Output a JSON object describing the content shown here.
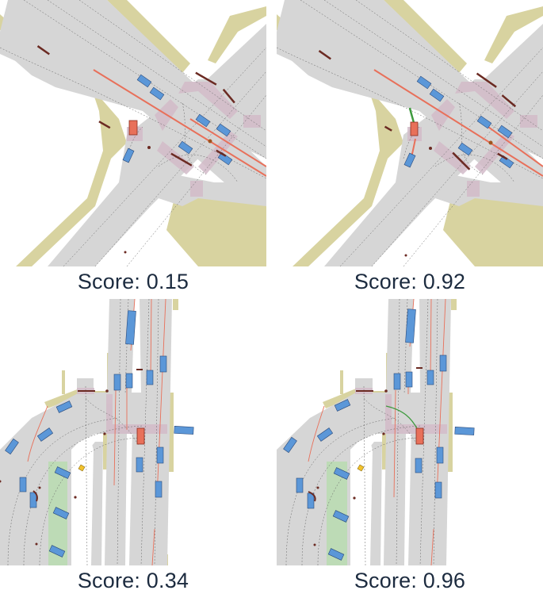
{
  "figure": {
    "panels": [
      {
        "id": "top-left",
        "scene": "intersection-diagonal",
        "score_label": "Score: 0.15",
        "score": 0.15,
        "ego_trajectory": "none-visible"
      },
      {
        "id": "top-right",
        "scene": "intersection-diagonal",
        "score_label": "Score: 0.92",
        "score": 0.92,
        "ego_trajectory": "green-planned-path"
      },
      {
        "id": "bottom-left",
        "scene": "t-junction-vertical",
        "score_label": "Score: 0.34",
        "score": 0.34,
        "ego_trajectory": "none-visible"
      },
      {
        "id": "bottom-right",
        "scene": "t-junction-vertical",
        "score_label": "Score: 0.96",
        "score": 0.96,
        "ego_trajectory": "green-planned-path"
      }
    ]
  },
  "legend_colors": {
    "road": "#d6d6d6",
    "sidewalk": "#d8d3a0",
    "crosswalk": "#d3bcc9",
    "vehicle": "#5b97d8",
    "ego_vehicle": "#e8705a",
    "agent_trajectory": "#e8705a",
    "ego_plan": "#3e9a3e",
    "grass": "#bddbb6",
    "pedestrian": "#6b2a22",
    "traffic_sign": "#f2c22c",
    "score_text": "#1c2b3f"
  },
  "icons": {
    "vehicle": "blue-rectangle-icon",
    "ego": "red-rectangle-icon",
    "pedestrian": "dark-dot-icon",
    "sign": "yellow-diamond-icon"
  }
}
